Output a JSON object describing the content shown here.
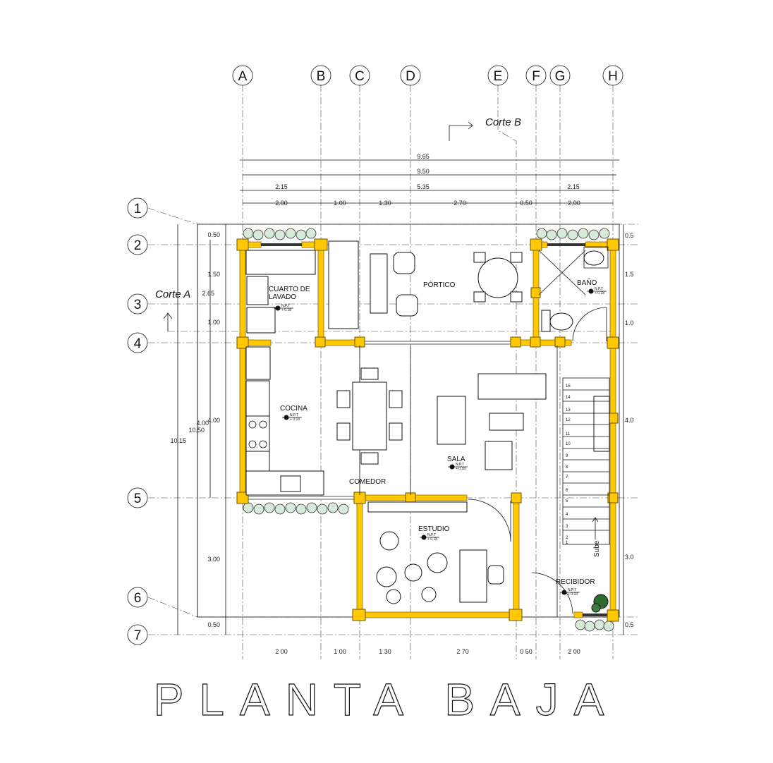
{
  "title": "PLANTA BAJA",
  "axes_letters": [
    "A",
    "B",
    "C",
    "D",
    "E",
    "F",
    "G",
    "H"
  ],
  "axes_numbers": [
    "1",
    "2",
    "3",
    "4",
    "5",
    "6",
    "7"
  ],
  "sections": {
    "a": "Corte A",
    "b": "Corte B"
  },
  "top_dims": {
    "overall_outer": "9.65",
    "overall_inner": "9.50",
    "row3": [
      "2.15",
      "5.35",
      "2.15"
    ],
    "row4": [
      "2.00",
      "1.00",
      "1.30",
      "2.70",
      "0.50",
      "2.00"
    ]
  },
  "bottom_dims": [
    "2 00",
    "1 00",
    "1 30",
    "2 70",
    "0 50",
    "2 00"
  ],
  "left_dims": {
    "segments": [
      "0.50",
      "1.50",
      "1.00",
      "4.00",
      "3.00",
      "0.50"
    ],
    "sub": [
      "2.65",
      "4.00"
    ],
    "total_inner": "10.50",
    "total_outer": "10.15"
  },
  "right_dims": [
    "0.5",
    "1.5",
    "1.0",
    "4.0",
    "3.0",
    "0.5"
  ],
  "rooms": {
    "lavado_1": "CUARTO DE",
    "lavado_2": "LAVADO",
    "portico": "PÓRTICO",
    "bano": "BAÑO",
    "cocina": "COCINA",
    "comedor": "COMEDOR",
    "sala": "SALA",
    "estudio": "ESTUDIO",
    "recibidor": "RECIBIDOR"
  },
  "level_mark": {
    "label": "N.P.T",
    "value": "+ 0.18"
  },
  "stairs": {
    "steps": [
      "1",
      "2",
      "3",
      "4",
      "5",
      "6",
      "7",
      "8",
      "9",
      "10",
      "11",
      "12",
      "13",
      "14",
      "15"
    ],
    "direction": "Sube"
  },
  "colors": {
    "wall": "#FFC800",
    "plant": "#d8ead8",
    "plant_dark": "#2e6b2e"
  }
}
